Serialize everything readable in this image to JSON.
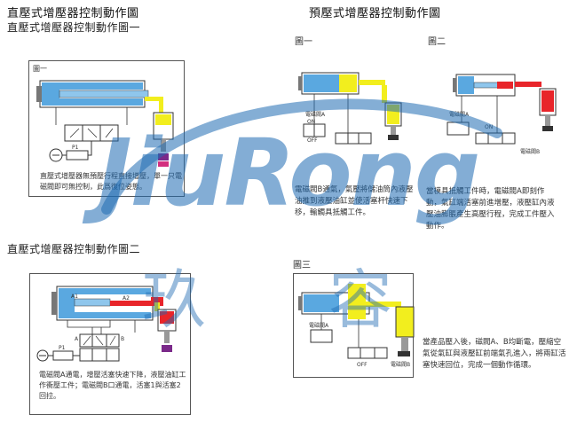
{
  "headers": {
    "direct_main": "直壓式增壓器控制動作圖",
    "direct_sub_1": "直壓式增壓器控制動作圖一",
    "direct_sub_2": "直壓式增壓器控制動作圖二",
    "pre_main": "預壓式增壓器控制動作圖",
    "pre_fig_1": "圖一",
    "pre_fig_2": "圖二",
    "pre_fig_3": "圖三"
  },
  "direct_panel_1": {
    "fig_label": "圖一",
    "pump_label": "P1",
    "caption": "直壓式增壓器無預壓行程直接增壓，單一只電磁閥即可無控制，此爲復位姿態。"
  },
  "direct_panel_2": {
    "a1_label": "A1",
    "a2_label": "A2",
    "valve_a": "A",
    "valve_b": "B",
    "pump_label": "P1",
    "caption": "電磁閥A通電，增壓活塞快速下降，液壓油缸工作衝壓工件；電磁閥B口通電，活塞1與活塞2回拉。"
  },
  "pre_fig1": {
    "valve_label": "電磁閥A",
    "on": "ON",
    "off": "OFF",
    "caption": "電磁閥B通氣，氣壓將儲油筒內液壓油推到液壓油缸並使活塞杆快速下移，輸觸具抵觸工件。"
  },
  "pre_fig2": {
    "valve_label": "電磁閥A",
    "valve_label_b": "電磁閥B",
    "on": "ON",
    "caption": "當模具抵觸工件時，電磁閥A即刻作動，氣缸端活塞前進增壓，液壓缸內液壓油膨脹產生高壓行程，完成工件壓入動作。"
  },
  "pre_fig3": {
    "valve_label": "電磁閥A",
    "valve_label_b": "電磁閥B",
    "off": "OFF",
    "caption": "當產品壓入後，磁閥A、B均斷電，壓縮空氣從氣缸與液壓缸前端氣孔進入，將兩缸活塞快速回位，完成一個動作循環。"
  },
  "watermark": {
    "brand": "JiuRong",
    "chinese_1": "玖",
    "chinese_2": "容"
  },
  "colors": {
    "cylinder_blue": "#5aa8e0",
    "oil_yellow": "#f2ee1e",
    "pressure_red": "#e8252a",
    "watermark_blue": "#1f6bb3"
  }
}
